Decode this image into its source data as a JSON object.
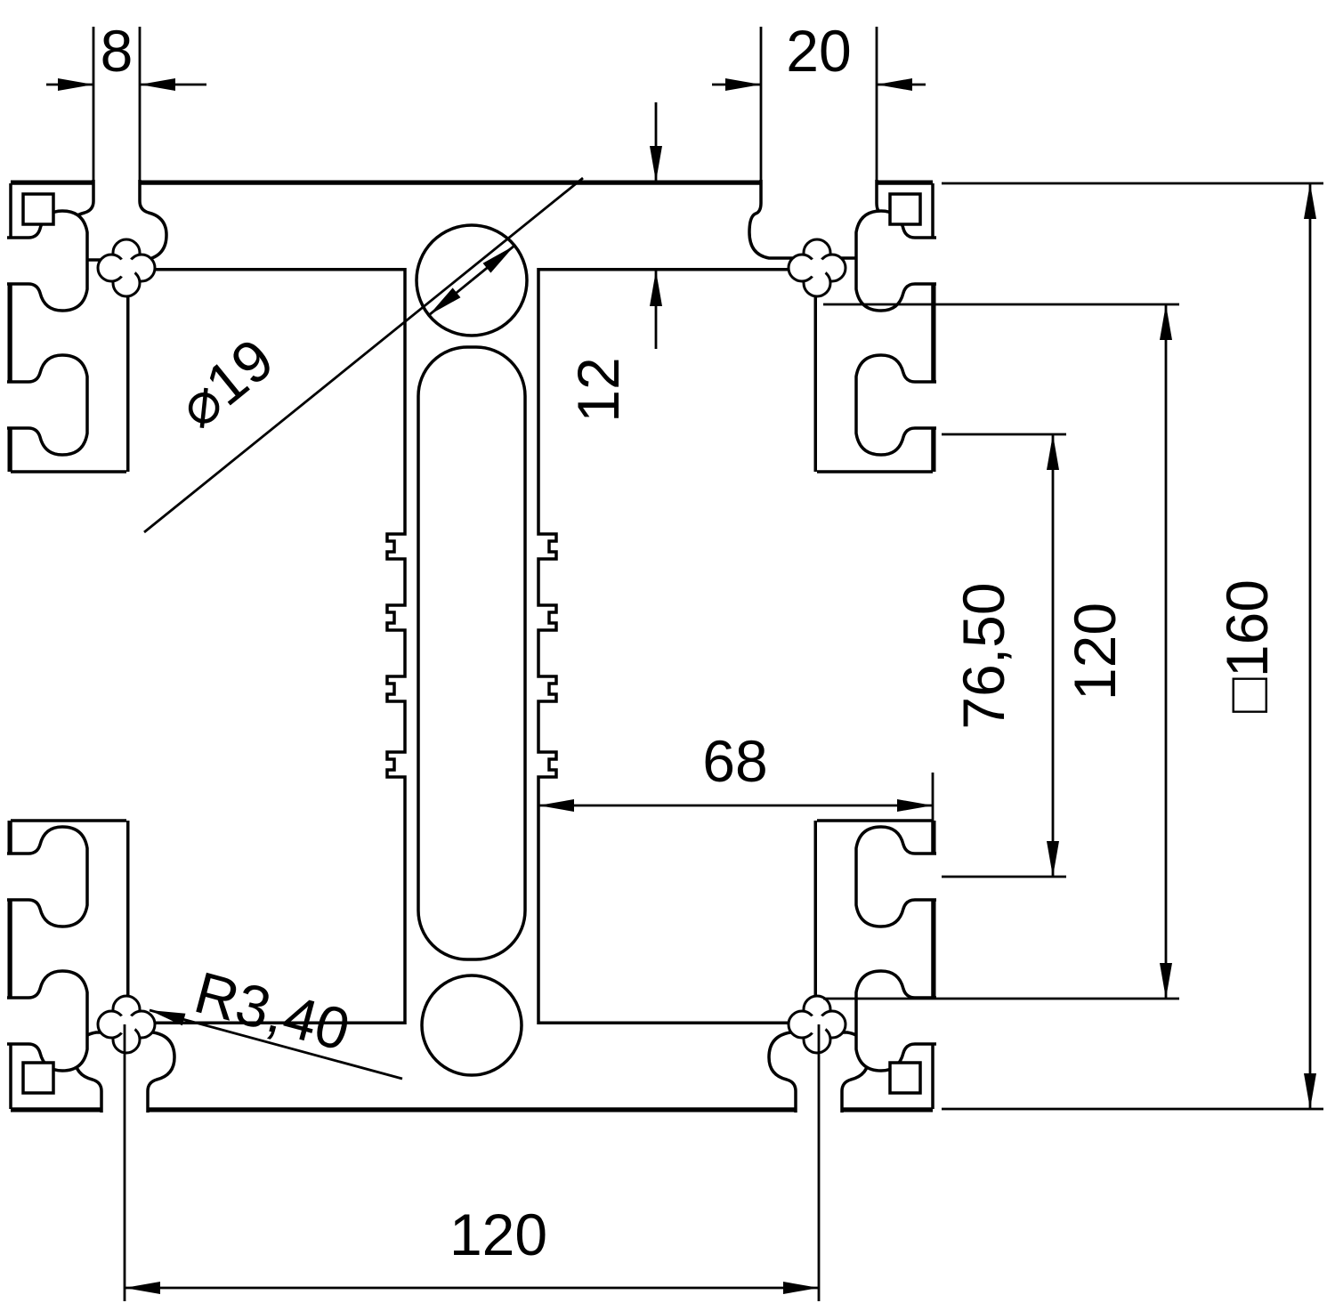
{
  "drawing": {
    "background": "#ffffff",
    "line_color": "#000000",
    "description": "Aluminium profile cross-section with dimension annotations",
    "dimensions": {
      "slot_width_small": {
        "label": "8"
      },
      "slot_width_large": {
        "label": "20"
      },
      "flange_depth": {
        "label": "12"
      },
      "bore_diameter": {
        "label": "⌀19"
      },
      "inner_spacing": {
        "label": "76,50"
      },
      "slot_pitch_vertical": {
        "label": "120"
      },
      "overall_size": {
        "label": "□160"
      },
      "web_to_edge": {
        "label": "68"
      },
      "fillet_radius": {
        "label": "R3,40"
      },
      "slot_pitch_bottom": {
        "label": "120"
      }
    }
  }
}
